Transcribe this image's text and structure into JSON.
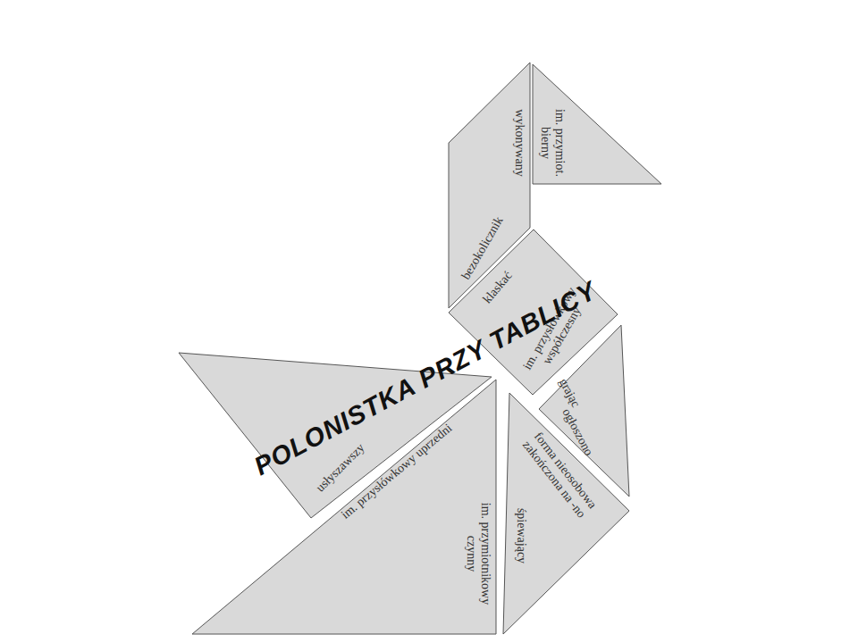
{
  "diagram": {
    "title": "POLONISTKA PRZY TABLICY",
    "nodes": [
      {
        "text": [
          "wykonywany",
          "bezokolicznik"
        ]
      },
      {
        "text": [
          "im. przymiot. bierny"
        ]
      },
      {
        "text": [
          "klaskać",
          "im. przysłówkowy współczesny"
        ]
      },
      {
        "text": [
          "grając",
          "ogłoszono"
        ]
      },
      {
        "text": [
          "usłyszawszy"
        ]
      },
      {
        "text": [
          "im. przysłówkowy uprzedni",
          "im. przymiotnikowy czynny"
        ]
      },
      {
        "text": [
          "forma nieosobowa zakończona na -no",
          "śpiewający"
        ]
      }
    ]
  }
}
